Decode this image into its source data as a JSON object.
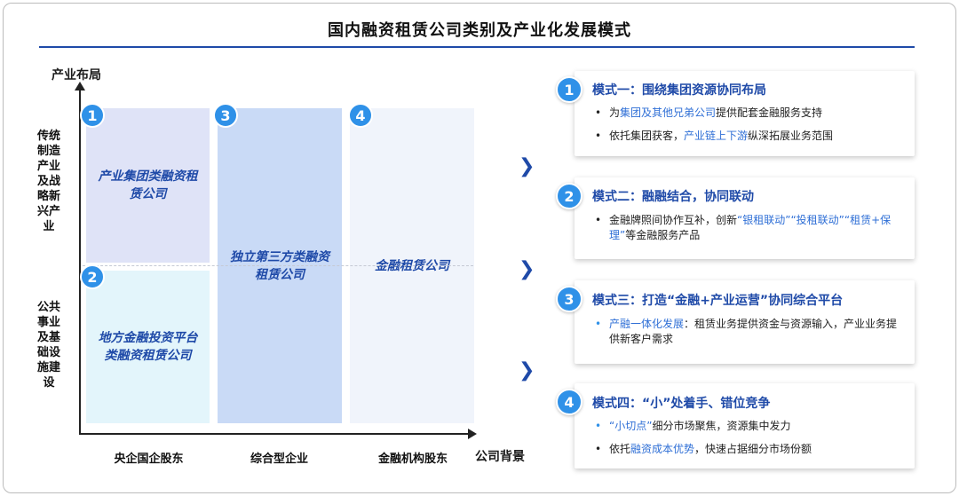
{
  "title": "国内融资租赁公司类别及产业化发展模式",
  "matrix": {
    "y_axis_title": "产业布局",
    "x_axis_title": "公司背景",
    "y_labels": [
      "传统制造产业及战略新兴产业",
      "公共事业及基础设施建设"
    ],
    "x_labels": [
      "央企国企股东",
      "综合型企业",
      "金融机构股东"
    ],
    "cells": [
      {
        "num": "1",
        "text": "产业集团类融资租赁公司"
      },
      {
        "num": "2",
        "text": "地方金融投资平台类融资租赁公司"
      },
      {
        "num": "3",
        "text": "独立第三方类融资租赁公司"
      },
      {
        "num": "4",
        "text": "金融租赁公司"
      }
    ]
  },
  "chevron": "❯",
  "modes": [
    {
      "num": "1",
      "title": "模式一：围绕集团资源协同布局",
      "bullets": [
        {
          "pre": "为",
          "hl": "集团及其他兄弟公司",
          "post": "提供配套金融服务支持"
        },
        {
          "pre": "依托集团获客，",
          "hl": "产业链上下游",
          "post": "纵深拓展业务范围"
        }
      ]
    },
    {
      "num": "2",
      "title": "模式二：融融结合，协同联动",
      "bullets": [
        {
          "pre": "金融牌照间协作互补，创新",
          "hl": "“银租联动”“投租联动”“租赁+保理”",
          "post": "等金融服务产品"
        }
      ]
    },
    {
      "num": "3",
      "title": "模式三：打造“金融+产业运营”协同综合平台",
      "bullets": [
        {
          "pre": "",
          "hl": "产融一体化发展",
          "post": "：租赁业务提供资金与资源输入，产业业务提供新客户需求"
        }
      ]
    },
    {
      "num": "4",
      "title": "模式四：“小”处着手、错位竞争",
      "bullets": [
        {
          "pre": "",
          "hl": "“小切点”",
          "post": "细分市场聚焦，资源集中发力"
        },
        {
          "pre": "依托",
          "hl": "融资成本优势",
          "post": "，快速占据细分市场份额"
        }
      ]
    }
  ],
  "colors": {
    "accent": "#1f4aa8",
    "badge": "#2f91e8",
    "highlight": "#2f6fd6"
  }
}
